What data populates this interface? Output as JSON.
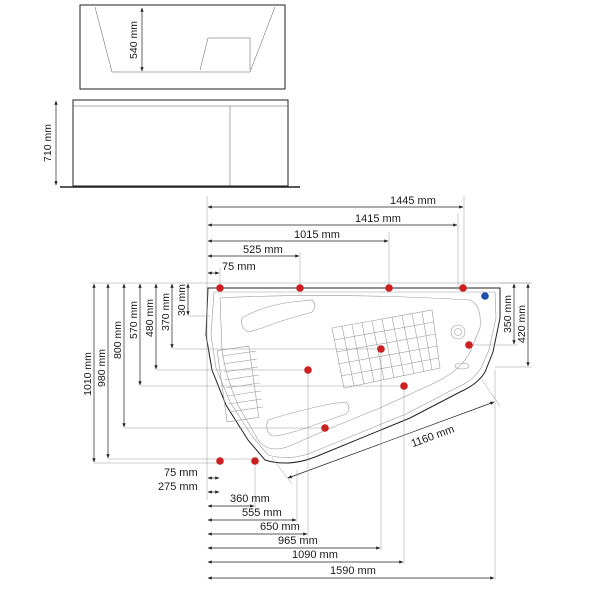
{
  "side_view": {
    "depth_label": "540 mm"
  },
  "front_view": {
    "height_label": "710 mm"
  },
  "plan_view": {
    "top_dims": [
      "1445 mm",
      "1415 mm",
      "1015 mm",
      "525 mm",
      "75 mm"
    ],
    "left_dims": [
      "1010 mm",
      "980 mm",
      "800 mm",
      "570 mm",
      "480 mm",
      "370 mm",
      "30 mm"
    ],
    "right_dims": [
      "350 mm",
      "420 mm"
    ],
    "diag_dim": "1160 mm",
    "bottom_left_dims": [
      "75 mm",
      "275 mm"
    ],
    "bottom_dims": [
      "360 mm",
      "555 mm",
      "650 mm",
      "965 mm",
      "1090 mm",
      "1590 mm"
    ]
  },
  "colors": {
    "marker_red": "#cc1f1f",
    "marker_blue": "#1f4fa8",
    "line": "#222222"
  }
}
